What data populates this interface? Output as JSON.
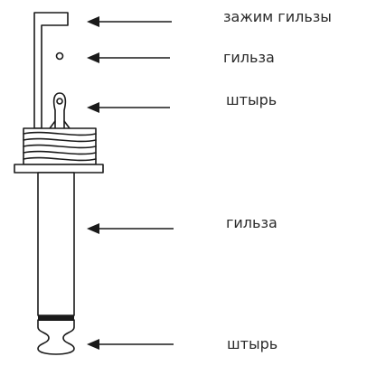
{
  "labels": [
    {
      "id": "sleeve-clamp",
      "text": "зажим гильзы"
    },
    {
      "id": "sleeve-top",
      "text": "гильза"
    },
    {
      "id": "tip-top",
      "text": "штырь"
    },
    {
      "id": "sleeve-shaft",
      "text": "гильза"
    },
    {
      "id": "tip-bottom",
      "text": "штырь"
    }
  ],
  "colors": {
    "line": "#1a1a1a",
    "text": "#2a2a2a",
    "background": "#ffffff"
  }
}
